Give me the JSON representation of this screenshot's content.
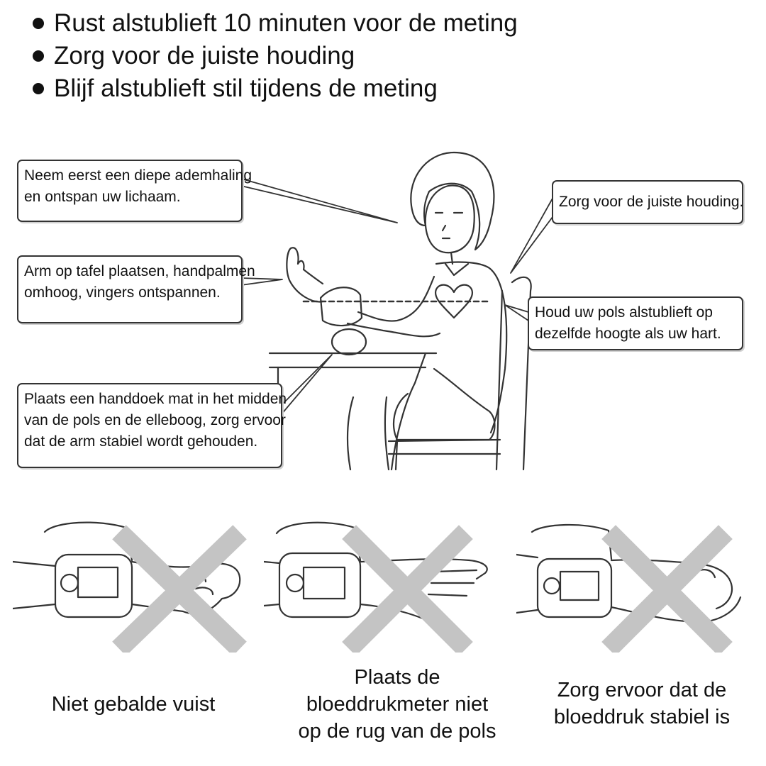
{
  "instructions": [
    "Rust alstublieft 10 minuten voor de meting",
    "Zorg voor de juiste houding",
    "Blijf alstublieft stil tijdens de meting"
  ],
  "callouts": {
    "breath": [
      "Neem eerst een diepe ademhaling",
      "en ontspan uw lichaam."
    ],
    "arm": [
      "Arm op tafel plaatsen, handpalmen",
      "omhoog, vingers ontspannen."
    ],
    "towel": [
      "Plaats een handdoek mat in het midden",
      "van de pols en de elleboog, zorg ervoor",
      "dat de arm stabiel wordt gehouden."
    ],
    "posture": [
      "Zorg voor de juiste houding."
    ],
    "heart": [
      "Houd uw pols alstublieft op",
      "dezelfde hoogte als uw hart."
    ]
  },
  "wrong_examples": [
    {
      "caption": [
        "Niet gebalde vuist"
      ]
    },
    {
      "caption": [
        "Plaats de",
        "bloeddrukmeter niet",
        "op de rug van de pols"
      ]
    },
    {
      "caption": [
        "Zorg ervoor dat de",
        "bloeddruk stabiel is"
      ]
    }
  ],
  "colors": {
    "cross": "#c4c4c4",
    "line": "#333333",
    "text": "#111111"
  }
}
